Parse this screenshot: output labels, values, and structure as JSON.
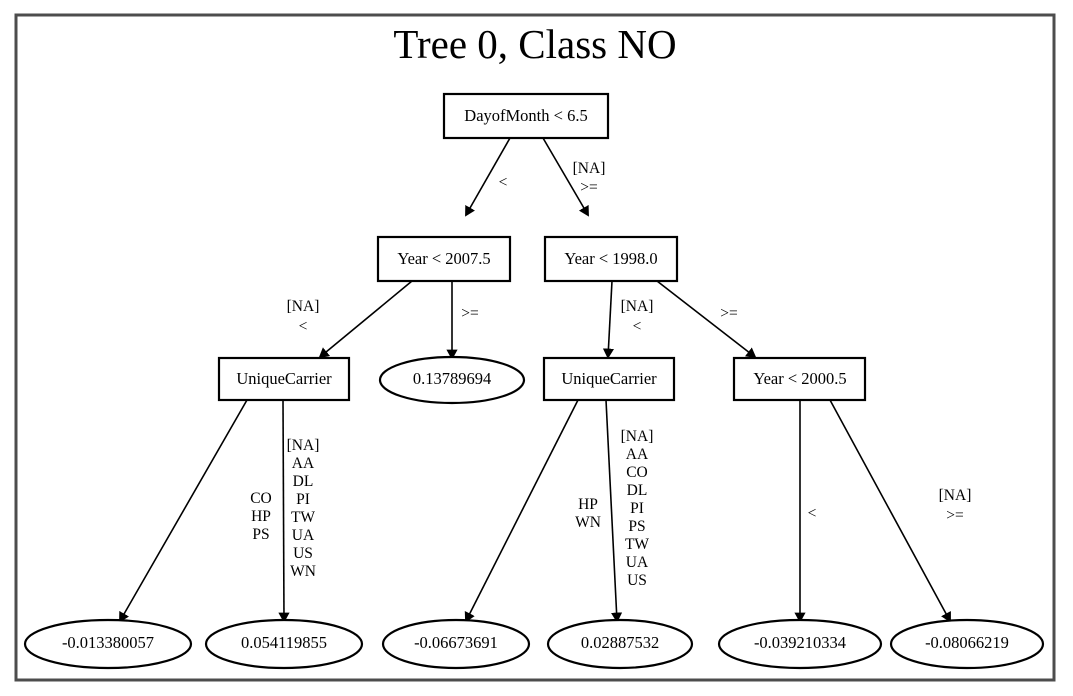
{
  "figure": {
    "title": "Tree 0, Class NO",
    "border_color": "#4d4d4d",
    "background_color": "#ffffff",
    "node_stroke_color": "#000000"
  },
  "chart_data": {
    "type": "diagram",
    "diagram_type": "decision-tree",
    "title": "Tree 0, Class NO",
    "nodes": [
      {
        "id": "n0",
        "shape": "box",
        "label": "DayofMonth < 6.5",
        "level": 0
      },
      {
        "id": "n1",
        "shape": "box",
        "label": "Year < 2007.5",
        "level": 1
      },
      {
        "id": "n2",
        "shape": "box",
        "label": "Year < 1998.0",
        "level": 1
      },
      {
        "id": "n3",
        "shape": "box",
        "label": "UniqueCarrier",
        "level": 2
      },
      {
        "id": "n4",
        "shape": "ellipse",
        "label": "0.13789694",
        "level": 2
      },
      {
        "id": "n5",
        "shape": "box",
        "label": "UniqueCarrier",
        "level": 2
      },
      {
        "id": "n6",
        "shape": "box",
        "label": "Year < 2000.5",
        "level": 2
      },
      {
        "id": "n7",
        "shape": "ellipse",
        "label": "-0.013380057",
        "level": 3
      },
      {
        "id": "n8",
        "shape": "ellipse",
        "label": "0.054119855",
        "level": 3
      },
      {
        "id": "n9",
        "shape": "ellipse",
        "label": "-0.06673691",
        "level": 3
      },
      {
        "id": "n10",
        "shape": "ellipse",
        "label": "0.02887532",
        "level": 3
      },
      {
        "id": "n11",
        "shape": "ellipse",
        "label": "-0.039210334",
        "level": 3
      },
      {
        "id": "n12",
        "shape": "ellipse",
        "label": "-0.08066219",
        "level": 3
      }
    ],
    "edges": [
      {
        "from": "n0",
        "to": "n1",
        "label": "<"
      },
      {
        "from": "n0",
        "to": "n2",
        "label": "[NA]\n>="
      },
      {
        "from": "n1",
        "to": "n3",
        "label": "[NA]\n<"
      },
      {
        "from": "n1",
        "to": "n4",
        "label": ">="
      },
      {
        "from": "n2",
        "to": "n5",
        "label": "[NA]\n<"
      },
      {
        "from": "n2",
        "to": "n6",
        "label": ">="
      },
      {
        "from": "n3",
        "to": "n7",
        "label": "CO\nHP\nPS"
      },
      {
        "from": "n3",
        "to": "n8",
        "label": "[NA]\nAA\nDL\nPI\nTW\nUA\nUS\nWN"
      },
      {
        "from": "n5",
        "to": "n9",
        "label": "HP\nWN"
      },
      {
        "from": "n5",
        "to": "n10",
        "label": "[NA]\nAA\nCO\nDL\nPI\nPS\nTW\nUA\nUS"
      },
      {
        "from": "n6",
        "to": "n11",
        "label": "<"
      },
      {
        "from": "n6",
        "to": "n12",
        "label": "[NA]\n>="
      }
    ],
    "leaf_values": [
      -0.013380057,
      0.054119855,
      -0.06673691,
      0.02887532,
      -0.039210334,
      -0.08066219
    ]
  },
  "nodes": {
    "root": {
      "label": "DayofMonth < 6.5"
    },
    "year2007": {
      "label": "Year < 2007.5"
    },
    "year1998": {
      "label": "Year < 1998.0"
    },
    "carrier_left": {
      "label": "UniqueCarrier"
    },
    "leaf_013789694": {
      "label": "0.13789694"
    },
    "carrier_right": {
      "label": "UniqueCarrier"
    },
    "year2000": {
      "label": "Year < 2000.5"
    },
    "leaf_1": {
      "label": "-0.013380057"
    },
    "leaf_2": {
      "label": "0.054119855"
    },
    "leaf_3": {
      "label": "-0.06673691"
    },
    "leaf_4": {
      "label": "0.02887532"
    },
    "leaf_5": {
      "label": "-0.039210334"
    },
    "leaf_6": {
      "label": "-0.08066219"
    }
  },
  "edge_labels": {
    "root_left": {
      "l1": "<"
    },
    "root_right": {
      "l1": "[NA]",
      "l2": ">="
    },
    "y2007_left": {
      "l1": "[NA]",
      "l2": "<"
    },
    "y2007_right": {
      "l1": ">="
    },
    "y1998_left": {
      "l1": "[NA]",
      "l2": "<"
    },
    "y1998_right": {
      "l1": ">="
    },
    "carrierL_left": {
      "l1": "CO",
      "l2": "HP",
      "l3": "PS"
    },
    "carrierL_right": {
      "l1": "[NA]",
      "l2": "AA",
      "l3": "DL",
      "l4": "PI",
      "l5": "TW",
      "l6": "UA",
      "l7": "US",
      "l8": "WN"
    },
    "carrierR_left": {
      "l1": "HP",
      "l2": "WN"
    },
    "carrierR_right": {
      "l1": "[NA]",
      "l2": "AA",
      "l3": "CO",
      "l4": "DL",
      "l5": "PI",
      "l6": "PS",
      "l7": "TW",
      "l8": "UA",
      "l9": "US"
    },
    "y2000_left": {
      "l1": "<"
    },
    "y2000_right": {
      "l1": "[NA]",
      "l2": ">="
    }
  }
}
